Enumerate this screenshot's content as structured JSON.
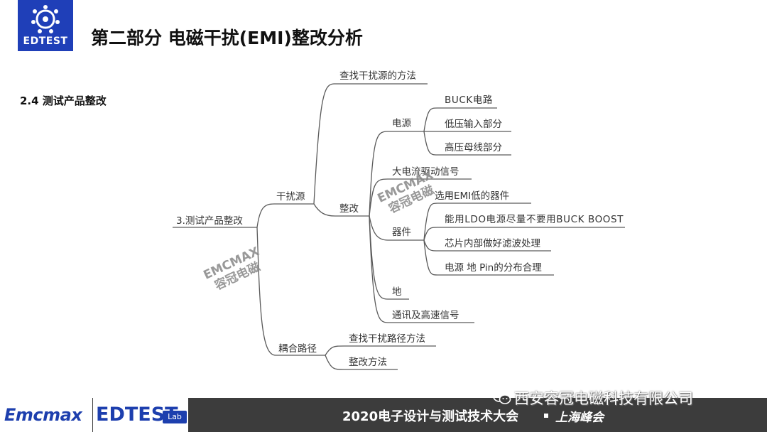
{
  "header": {
    "logo_text": "EDTEST",
    "title": "第二部分  电磁干扰(EMI)整改分析"
  },
  "section": {
    "label": "2.4 测试产品整改"
  },
  "mindmap": {
    "root": "3.测试产品整改",
    "source": "干扰源",
    "find_source": "查找干扰源的方法",
    "rectify": "整改",
    "power": "电源",
    "buck": "BUCK电路",
    "low_voltage": "低压输入部分",
    "high_voltage": "高压母线部分",
    "high_current": "大电流驱动信号",
    "device": "器件",
    "select_emi": "选用EMI低的器件",
    "ldo": "能用LDO电源尽量不要用BUCK BOOST",
    "chip_filter": "芯片内部做好滤波处理",
    "pin_layout": "电源 地 Pin的分布合理",
    "ground": "地",
    "comm": "通讯及高速信号",
    "coupling": "耦合路径",
    "find_path": "查找干扰路径方法",
    "rectify_method": "整改方法"
  },
  "watermarks": {
    "line1": "EMCMAX",
    "line2": "容冠电磁"
  },
  "footer": {
    "brand_left": "Emcmax",
    "brand_edtest": "EDTEST",
    "brand_lab": "Lab",
    "event_title": "2020电子设计与测试技术大会",
    "event_city": "上海峰会",
    "company": "西安容冠电磁科技有限公司",
    "company_icon": "wechat-icon"
  },
  "colors": {
    "logo_blue": "#1f3fb8",
    "brand_blue": "#1d3fae",
    "footer_bg": "#3c3c3c",
    "line": "#555555"
  }
}
